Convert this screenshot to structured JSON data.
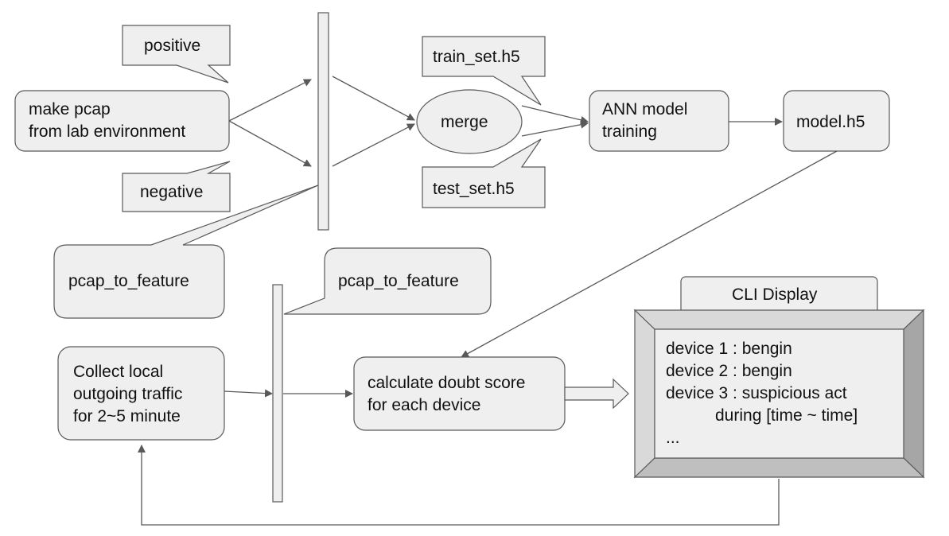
{
  "nodes": {
    "make_pcap": "make pcap\nfrom lab environment",
    "positive": "positive",
    "negative": "negative",
    "pcap_to_feature_top": "pcap_to_feature",
    "merge": "merge",
    "train_set": "train_set.h5",
    "test_set": "test_set.h5",
    "ann_training": "ANN model\ntraining",
    "model": "model.h5",
    "collect_traffic": "Collect local\noutgoing traffic\nfor 2~5 minute",
    "pcap_to_feature_bottom": "pcap_to_feature",
    "calculate_score": "calculate doubt score\nfor each device",
    "cli_title": "CLI Display",
    "cli_lines": [
      "device 1 : bengin",
      "device 2 : bengin",
      "device 3 : suspicious act",
      "during [time ~ time]",
      "..."
    ]
  },
  "colors": {
    "box_fill": "#efefef",
    "stroke": "#595959",
    "arrow": "#595959",
    "bevel_top": "#d9d9d9",
    "bevel_side": "#a6a6a6",
    "bevel_bottom": "#bfbfbf"
  }
}
